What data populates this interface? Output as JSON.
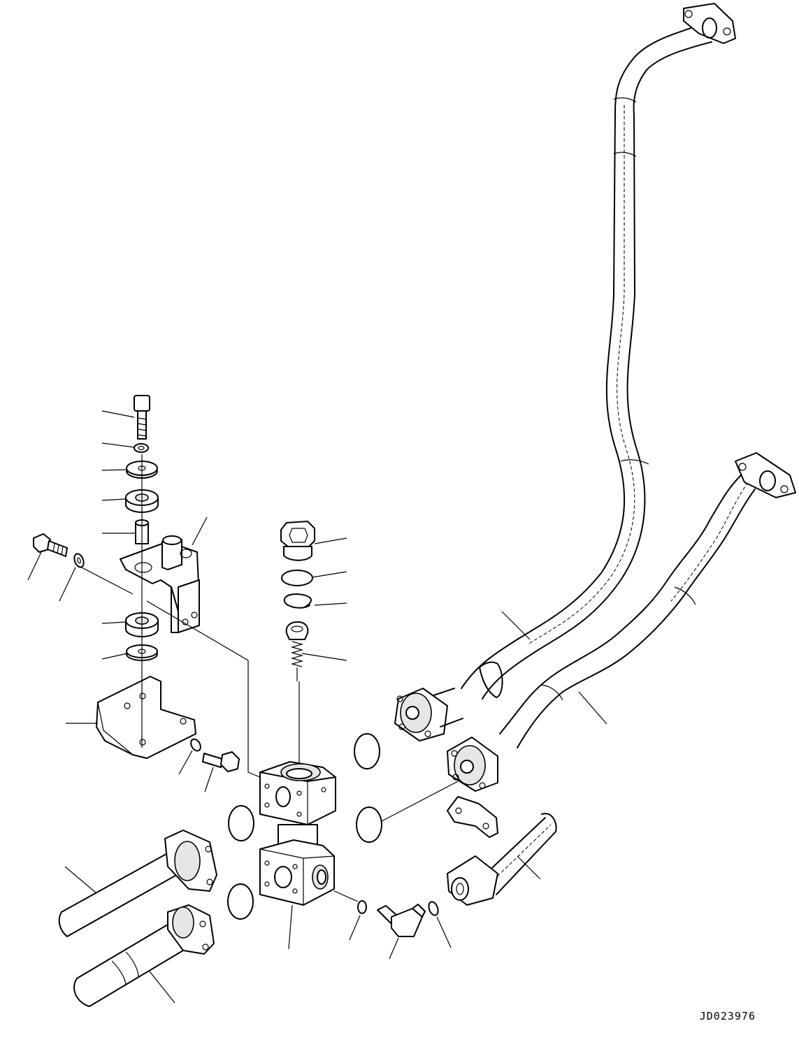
{
  "drawing": {
    "id_label": "JD023976"
  },
  "parts": [
    {
      "name": "bolt-long"
    },
    {
      "name": "washer-small"
    },
    {
      "name": "washer-flat"
    },
    {
      "name": "rubber-cushion-upper"
    },
    {
      "name": "collar"
    },
    {
      "name": "bracket-upper"
    },
    {
      "name": "bolt-side"
    },
    {
      "name": "washer-side"
    },
    {
      "name": "rubber-cushion-lower"
    },
    {
      "name": "washer-lower"
    },
    {
      "name": "bracket-lower"
    },
    {
      "name": "washer-bracket"
    },
    {
      "name": "bolt-bracket"
    },
    {
      "name": "plug"
    },
    {
      "name": "o-ring-plug"
    },
    {
      "name": "snap-ring"
    },
    {
      "name": "valve-spring"
    },
    {
      "name": "valve-block"
    },
    {
      "name": "o-ring-left-upper"
    },
    {
      "name": "o-ring-left-lower"
    },
    {
      "name": "o-ring-right-upper"
    },
    {
      "name": "o-ring-right-lower"
    },
    {
      "name": "o-ring-elbow-left"
    },
    {
      "name": "o-ring-elbow-right"
    },
    {
      "name": "elbow"
    },
    {
      "name": "hose-upper"
    },
    {
      "name": "hose-lower"
    },
    {
      "name": "split-flange"
    },
    {
      "name": "hose-right-short"
    },
    {
      "name": "tube-left-upper"
    },
    {
      "name": "tube-left-lower"
    }
  ]
}
